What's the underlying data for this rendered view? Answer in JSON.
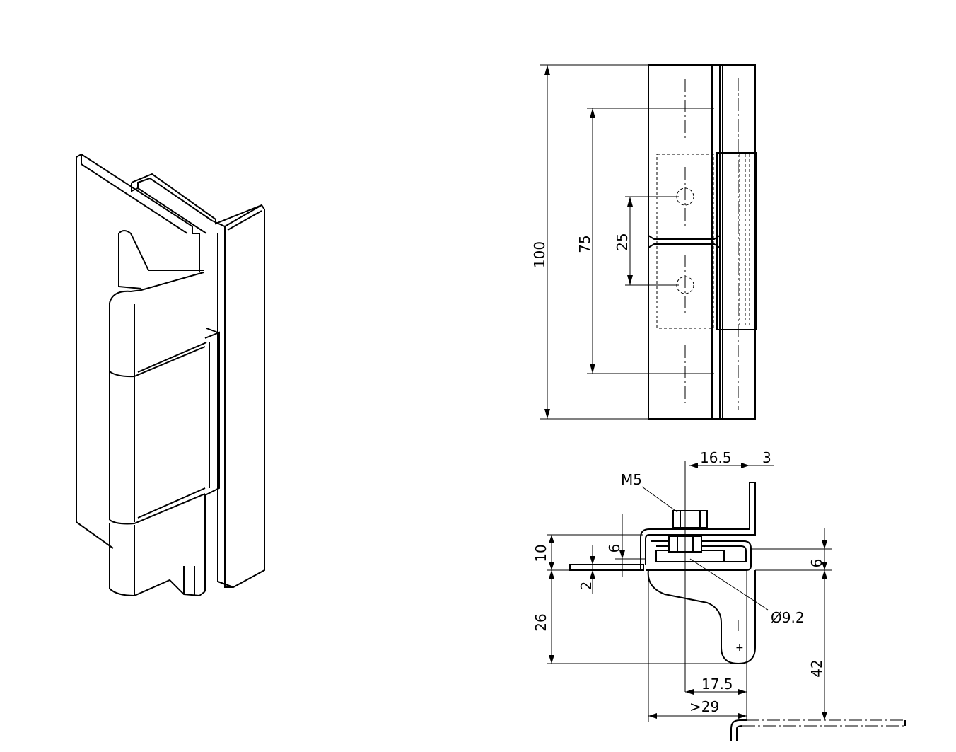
{
  "dimensions": {
    "height_total": "100",
    "hole_spacing": "75",
    "inner_spacing": "25",
    "thread": "M5",
    "offset_top": "16.5",
    "flange": "3",
    "height_10": "10",
    "height_6_left": "6",
    "height_6_right": "6",
    "thickness_2": "2",
    "height_26": "26",
    "height_42": "42",
    "diameter": "Ø9.2",
    "width_17_5": "17.5",
    "width_29": ">29"
  }
}
